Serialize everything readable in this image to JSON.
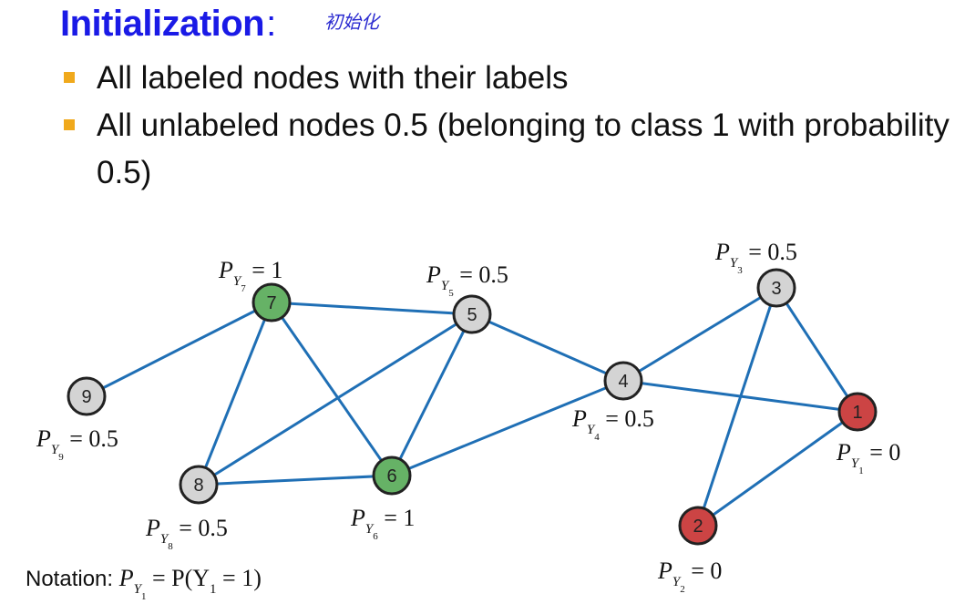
{
  "title": "Initialization",
  "title_colon": ":",
  "handwritten_note": "初始化",
  "bullets": [
    "All labeled nodes with their labels",
    "All unlabeled nodes 0.5 (belonging to class 1 with probability 0.5)"
  ],
  "colors": {
    "title": "#1a1ae6",
    "bullet_square": "#f0a91c",
    "edge": "#1f6fb5",
    "label_1": "#66b266",
    "label_0": "#cc4444",
    "unlabeled": "#d4d4d4"
  },
  "graph": {
    "nodes": [
      {
        "id": "1",
        "state": "label_0",
        "prob_label": "P",
        "sub": "Y",
        "subsub": "1",
        "value": "= 0"
      },
      {
        "id": "2",
        "state": "label_0",
        "prob_label": "P",
        "sub": "Y",
        "subsub": "2",
        "value": "= 0"
      },
      {
        "id": "3",
        "state": "unlabeled",
        "prob_label": "P",
        "sub": "Y",
        "subsub": "3",
        "value": "= 0.5"
      },
      {
        "id": "4",
        "state": "unlabeled",
        "prob_label": "P",
        "sub": "Y",
        "subsub": "4",
        "value": "= 0.5"
      },
      {
        "id": "5",
        "state": "unlabeled",
        "prob_label": "P",
        "sub": "Y",
        "subsub": "5",
        "value": "= 0.5"
      },
      {
        "id": "6",
        "state": "label_1",
        "prob_label": "P",
        "sub": "Y",
        "subsub": "6",
        "value": "= 1"
      },
      {
        "id": "7",
        "state": "label_1",
        "prob_label": "P",
        "sub": "Y",
        "subsub": "7",
        "value": "= 1"
      },
      {
        "id": "8",
        "state": "unlabeled",
        "prob_label": "P",
        "sub": "Y",
        "subsub": "8",
        "value": "= 0.5"
      },
      {
        "id": "9",
        "state": "unlabeled",
        "prob_label": "P",
        "sub": "Y",
        "subsub": "9",
        "value": "= 0.5"
      }
    ],
    "edges": [
      [
        "7",
        "5"
      ],
      [
        "7",
        "9"
      ],
      [
        "7",
        "8"
      ],
      [
        "7",
        "6"
      ],
      [
        "5",
        "8"
      ],
      [
        "5",
        "6"
      ],
      [
        "5",
        "4"
      ],
      [
        "8",
        "6"
      ],
      [
        "6",
        "4"
      ],
      [
        "4",
        "3"
      ],
      [
        "4",
        "1"
      ],
      [
        "3",
        "1"
      ],
      [
        "3",
        "2"
      ],
      [
        "2",
        "1"
      ]
    ]
  },
  "notation": {
    "prefix": "Notation: ",
    "lhs": "P",
    "lhs_sub": "Y",
    "lhs_subsub": "1",
    "rhs": "= P(Y",
    "rhs_sub": "1",
    "rhs_end": " = 1)"
  }
}
